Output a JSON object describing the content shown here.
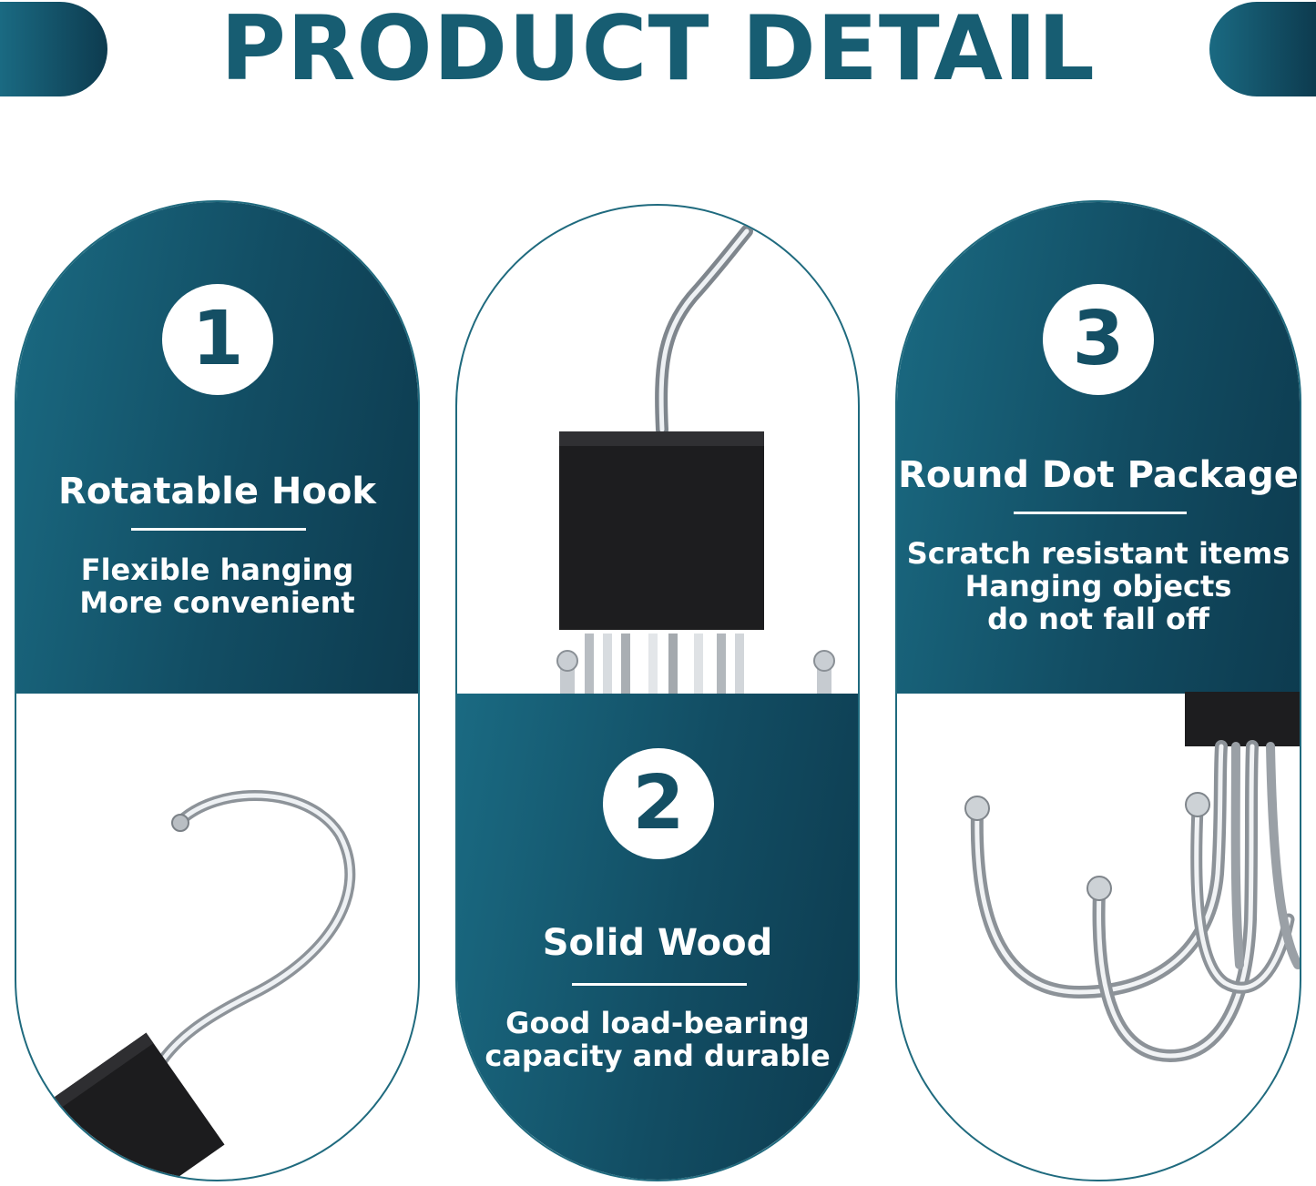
{
  "header": {
    "title": "PRODUCT DETAIL"
  },
  "features": [
    {
      "number": "1",
      "title": "Rotatable Hook",
      "lines": [
        "Flexible hanging",
        "More convenient"
      ]
    },
    {
      "number": "2",
      "title": "Solid Wood",
      "lines": [
        "Good load-bearing",
        "capacity and durable"
      ]
    },
    {
      "number": "3",
      "title": "Round Dot Package",
      "lines": [
        "Scratch resistant items",
        "Hanging objects",
        "do not fall off"
      ]
    }
  ],
  "colors": {
    "teal_dark": "#0d3b4f",
    "teal_light": "#1a6a82",
    "title": "#175d72"
  }
}
